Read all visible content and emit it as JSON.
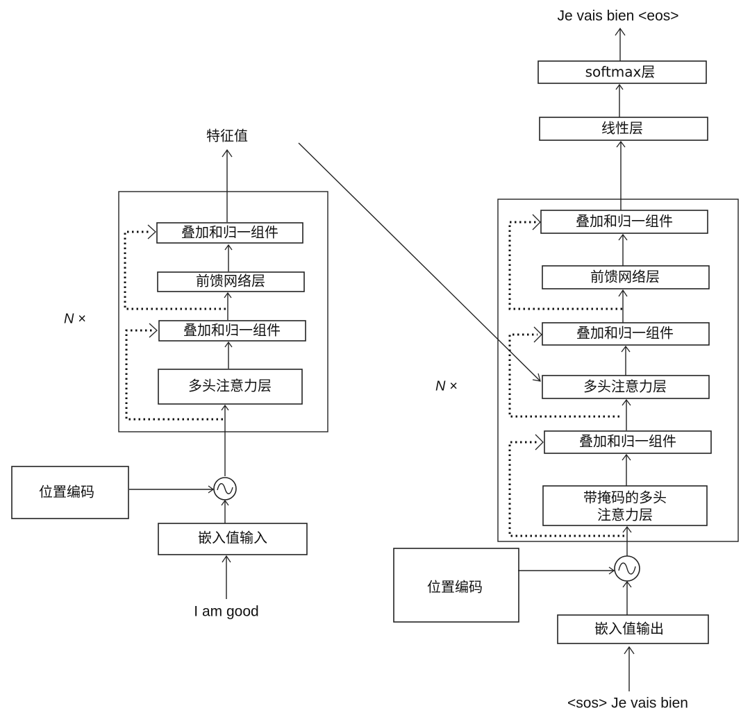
{
  "encoder": {
    "output_label": "特征值",
    "repeat_label": "N ×",
    "blocks": {
      "add_norm_top": "叠加和归一组件",
      "feed_forward": "前馈网络层",
      "add_norm_bottom": "叠加和归一组件",
      "multi_head_attention": "多头注意力层"
    },
    "positional_encoding": "位置编码",
    "input_embedding": "嵌入值输入",
    "input_text": "I am good"
  },
  "decoder": {
    "output_text": "Je vais bien <eos>",
    "softmax": "softmax层",
    "linear": "线性层",
    "repeat_label": "N ×",
    "blocks": {
      "add_norm_top": "叠加和归一组件",
      "feed_forward": "前馈网络层",
      "add_norm_middle": "叠加和归一组件",
      "multi_head_attention": "多头注意力层",
      "add_norm_bottom": "叠加和归一组件",
      "masked_attention_line1": "带掩码的多头",
      "masked_attention_line2": "注意力层"
    },
    "positional_encoding": "位置编码",
    "output_embedding": "嵌入值输出",
    "input_text": "<sos> Je vais bien"
  }
}
